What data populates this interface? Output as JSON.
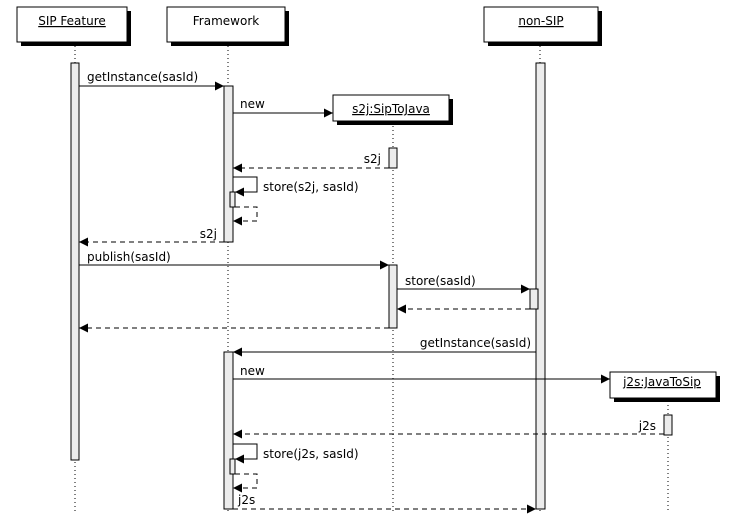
{
  "participants": {
    "sip_feature": "SIP Feature",
    "framework": "Framework",
    "non_sip": "non-SIP",
    "s2j": "s2j:SipToJava",
    "j2s": "j2s:JavaToSip"
  },
  "messages": {
    "get_instance_1": "getInstance(sasId)",
    "new_1": "new",
    "ret_s2j_1": "s2j",
    "store_1": "store(s2j, sasId)",
    "ret_s2j_2": "s2j",
    "publish": "publish(sasId)",
    "store_sasid": "store(sasId)",
    "get_instance_2": "getInstance(sasId)",
    "new_2": "new",
    "ret_j2s_1": "j2s",
    "store_2": "store(j2s, sasId)",
    "ret_j2s_2": "j2s"
  }
}
